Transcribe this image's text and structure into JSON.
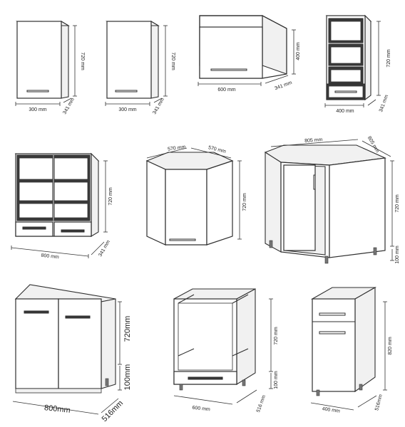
{
  "dimensions": {
    "c1": {
      "height": "720 mm",
      "width": "300 mm",
      "depth": "341 mm"
    },
    "c2": {
      "height": "720 mm",
      "width": "300 mm",
      "depth": "341 mm"
    },
    "c3": {
      "height": "400 mm",
      "width": "600 mm",
      "depth": "341 mm"
    },
    "c4": {
      "height": "720 mm",
      "width": "400 mm",
      "depth": "341 mm"
    },
    "c5": {
      "height": "720 mm",
      "width": "800 mm",
      "depth": "341 mm"
    },
    "c6": {
      "height": "720 mm",
      "width1": "570 mm",
      "width2": "570 mm"
    },
    "c7": {
      "height": "720 mm",
      "width": "805 mm",
      "depth": "805 mm",
      "plinth": "100 mm"
    },
    "c8": {
      "height": "720mm",
      "plinth": "100mm",
      "width": "800mm",
      "depth": "516mm"
    },
    "c9": {
      "height": "720 mm",
      "plinth": "100 mm",
      "width": "600 mm",
      "depth": "516 mm"
    },
    "c10": {
      "height": "820 mm",
      "width": "400 mm",
      "depth": "516mm"
    }
  }
}
